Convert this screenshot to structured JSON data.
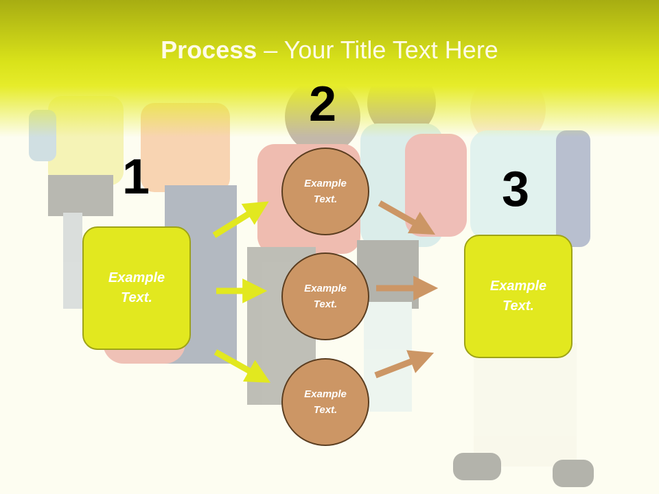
{
  "slide": {
    "title_bold": "Process",
    "title_rest": " – Your Title Text Here"
  },
  "steps": {
    "one": {
      "number": "1",
      "text": "Example\nText."
    },
    "two": {
      "number": "2"
    },
    "three": {
      "number": "3",
      "text": "Example\nText."
    }
  },
  "circles": [
    {
      "text": "Example\nText."
    },
    {
      "text": "Example\nText."
    },
    {
      "text": "Example\nText."
    }
  ],
  "colors": {
    "header_yellow": "#d9e21a",
    "box_fill": "#e2e81f",
    "circle_fill": "#cc9665",
    "arrow_left": "#e2e81f",
    "arrow_right": "#cc9665"
  }
}
